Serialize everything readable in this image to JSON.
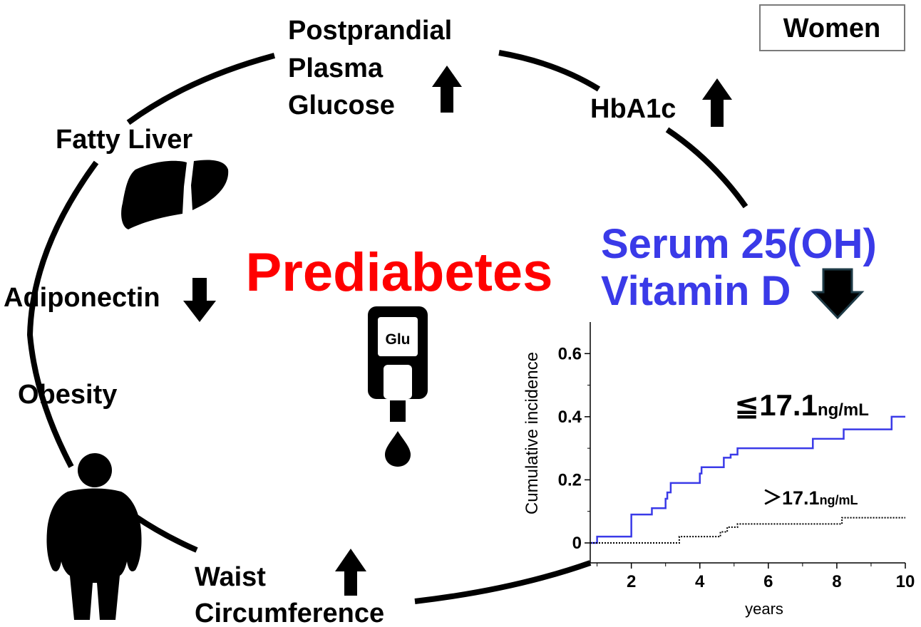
{
  "badge": "Women",
  "center_title": "Prediabetes",
  "meter_text": "Glu",
  "factors": {
    "ppg_line1": "Postprandial",
    "ppg_line2": "Plasma",
    "ppg_line3": "Glucose",
    "hba1c": "HbA1c",
    "fatty_liver": "Fatty Liver",
    "adiponectin": "Adiponectin",
    "obesity": "Obesity",
    "waist_line1": "Waist",
    "waist_line2": "Circumference"
  },
  "vitd": {
    "line1": "Serum 25(OH)",
    "line2": "Vitamin D",
    "color": "#3a3ae8"
  },
  "chart_data": {
    "type": "line",
    "xlabel": "years",
    "ylabel": "Cumulative incidence",
    "xlim": [
      0.8,
      10
    ],
    "ylim": [
      0,
      0.7
    ],
    "xticks": [
      2,
      4,
      6,
      8,
      10
    ],
    "yticks": [
      0,
      0.2,
      0.4,
      0.6
    ],
    "ytick_labels": [
      "0",
      "0.2",
      "0.4",
      "0.6"
    ],
    "step": true,
    "series": [
      {
        "name": "≦17.1ng/mL",
        "label_main": "≦17.1",
        "label_unit": "ng/mL",
        "color": "#3a3ae8",
        "style": "solid",
        "x": [
          0.8,
          1.0,
          2.0,
          2.6,
          3.0,
          3.05,
          3.15,
          4.0,
          4.05,
          4.7,
          4.9,
          5.1,
          7.3,
          8.2,
          9.6,
          10.0
        ],
        "y": [
          0.0,
          0.02,
          0.09,
          0.11,
          0.14,
          0.16,
          0.19,
          0.22,
          0.24,
          0.27,
          0.28,
          0.3,
          0.33,
          0.36,
          0.4,
          0.4
        ]
      },
      {
        "name": ">17.1ng/mL",
        "label_main": "＞17.1",
        "label_unit": "ng/mL",
        "color": "#000000",
        "style": "dotted",
        "x": [
          0.8,
          3.4,
          4.6,
          4.8,
          5.1,
          8.15,
          10.0
        ],
        "y": [
          0.0,
          0.02,
          0.035,
          0.05,
          0.06,
          0.08,
          0.08
        ]
      }
    ]
  }
}
